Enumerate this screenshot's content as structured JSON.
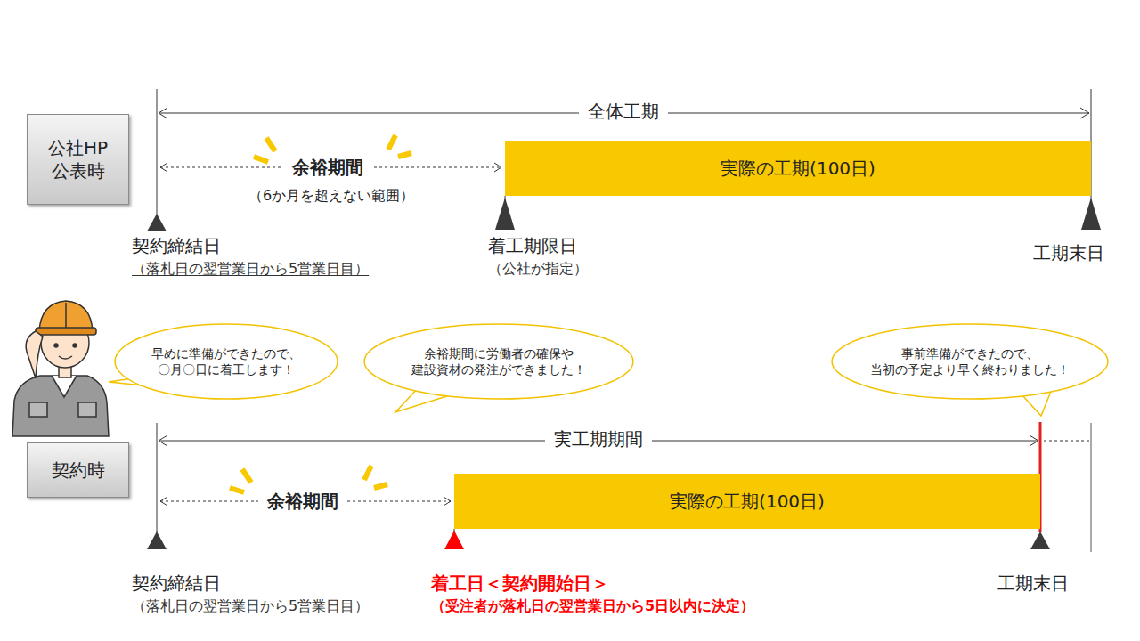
{
  "diagram": {
    "nodes": [
      {
        "text": [
          "公社HP 公表時"
        ]
      },
      {
        "text": [
          "実際の工期(100日)"
        ]
      },
      {
        "text": [
          "早めに準備ができたので、 〇月〇日に着工します！"
        ]
      },
      {
        "text": [
          "余裕期間に労働者の確保や 建設資材の発注ができました！"
        ]
      },
      {
        "text": [
          "事前準備ができたので、 当初の予定より早く終わりました！"
        ]
      },
      {
        "text": [
          "契約時"
        ]
      },
      {
        "text": [
          "実際の工期(100日)"
        ]
      }
    ],
    "labels": [
      "全体工期",
      "余裕期間",
      "（6か月を超えない範囲）",
      "契約締結日",
      "（落札日の翌営業日から5営業日目）",
      "着工期限日",
      "（公社が指定）",
      "工期末日",
      "実工期期間",
      "余裕期間",
      "契約締結日",
      "（落札日の翌営業日から5営業日目）",
      "着工日＜契約開始日＞",
      "（受注者が落札日の翌営業日から5日以内に決定）",
      "工期末日"
    ]
  }
}
